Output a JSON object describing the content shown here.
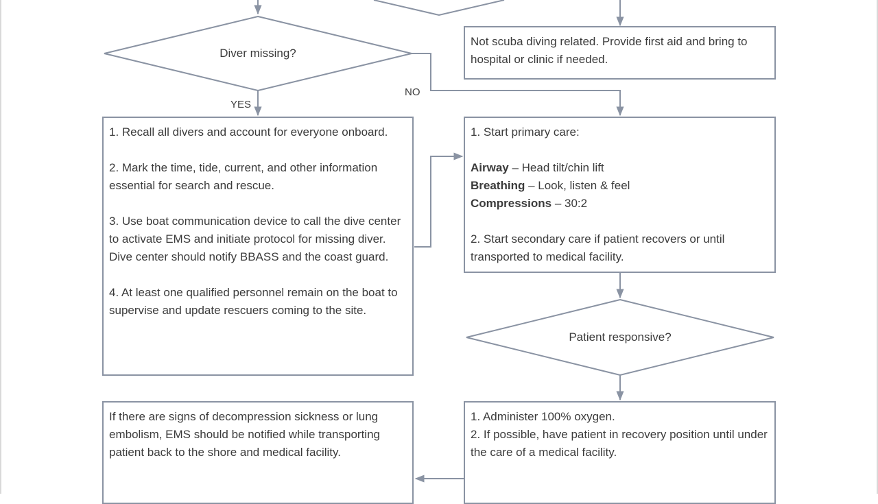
{
  "decisions": {
    "diver_missing": "Diver missing?",
    "patient_responsive": "Patient responsive?"
  },
  "labels": {
    "yes": "YES",
    "no": "NO"
  },
  "boxes": {
    "not_scuba": "Not scuba diving related. Provide first aid and bring to hospital or clinic if needed.",
    "recall": {
      "step1": "1. Recall all divers and account for everyone onboard.",
      "step2": "2. Mark the time, tide, current, and other information essential for search and rescue.",
      "step3": "3. Use boat communication device to call the dive center to activate EMS and initiate protocol for missing diver. Dive center should notify BBASS and the coast guard.",
      "step4": "4. At least one qualified personnel remain on the boat to supervise and update rescuers coming to the site."
    },
    "primary_care": {
      "title": "1. Start primary care:",
      "airway_key": "Airway",
      "airway_val": " – Head tilt/chin lift",
      "breathing_key": "Breathing",
      "breathing_val": " – Look, listen & feel",
      "compressions_key": "Compressions",
      "compressions_val": " – 30:2",
      "step2": "2. Start secondary care if patient recovers or until transported to medical facility."
    },
    "decompression": "If there are signs of decompression sickness or lung embolism, EMS should be notified while transporting patient back to the shore and medical facility.",
    "oxygen": {
      "step1": "1. Administer 100% oxygen.",
      "step2": "2. If possible, have patient in recovery position until under the care of a medical facility."
    }
  }
}
